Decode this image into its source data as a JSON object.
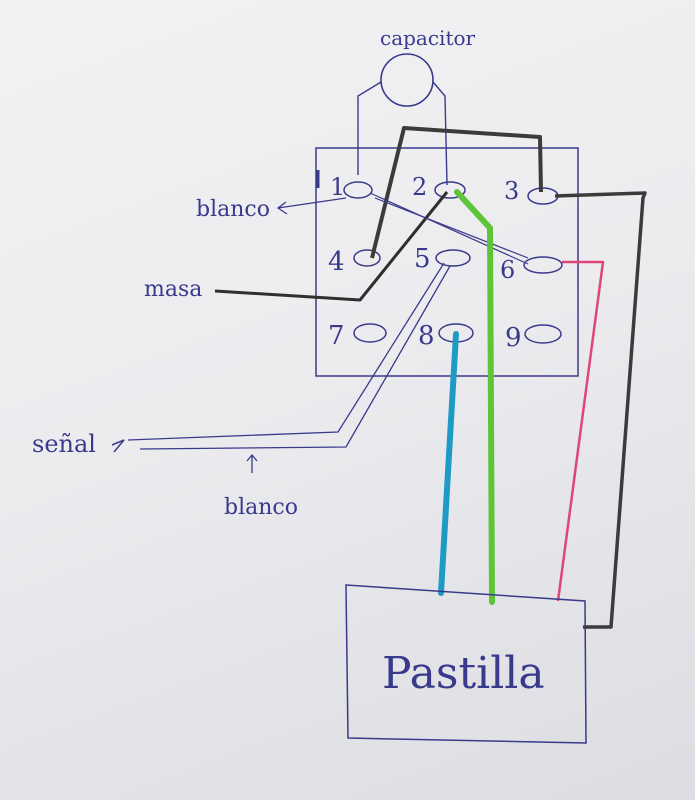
{
  "diagram": {
    "capacitor_label": "capacitor",
    "terminals": [
      {
        "id": "t1",
        "label": "1"
      },
      {
        "id": "t2",
        "label": "2"
      },
      {
        "id": "t3",
        "label": "3"
      },
      {
        "id": "t4",
        "label": "4"
      },
      {
        "id": "t5",
        "label": "5"
      },
      {
        "id": "t6",
        "label": "6"
      },
      {
        "id": "t7",
        "label": "7"
      },
      {
        "id": "t8",
        "label": "8"
      },
      {
        "id": "t9",
        "label": "9"
      }
    ],
    "labels": {
      "blanco_top": "blanco",
      "masa": "masa",
      "senal": "señal",
      "blanco_bottom": "blanco",
      "pastilla": "Pastilla"
    },
    "wire_colors": {
      "ink": "#3a3a8c",
      "black": "#3b3b3b",
      "green": "#5ec43a",
      "blue": "#1f9ac4",
      "pink": "#e0457a"
    }
  }
}
